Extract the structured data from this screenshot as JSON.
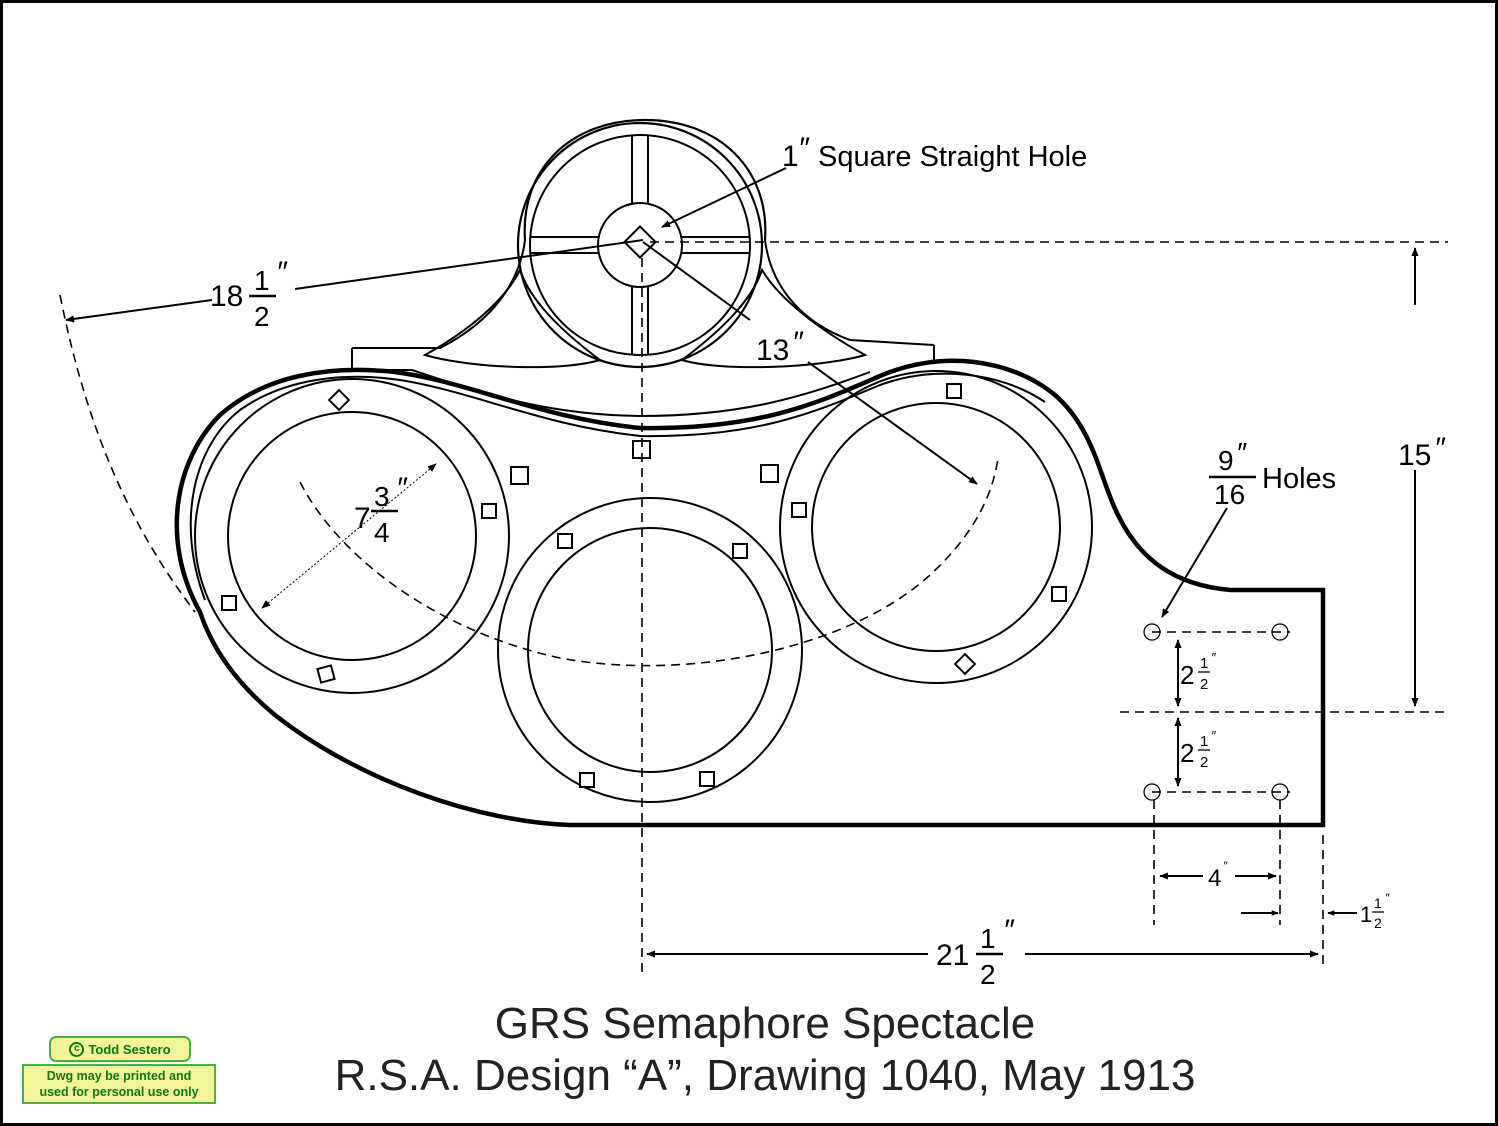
{
  "title": {
    "line1": "GRS Semaphore Spectacle",
    "line2": "R.S.A. Design “A”, Drawing 1040, May 1913"
  },
  "labels": {
    "square_hole": "Square Straight Hole",
    "square_hole_size": "1",
    "holes": "Holes",
    "holes_num": "9",
    "holes_den": "16",
    "radius_outer_whole": "18",
    "radius_outer_num": "1",
    "radius_outer_den": "2",
    "radius_inner": "13",
    "lens_whole": "7",
    "lens_num": "3",
    "lens_den": "4",
    "height": "15",
    "width_whole": "21",
    "width_num": "1",
    "width_den": "2",
    "hole_spacing_v_whole": "2",
    "hole_spacing_v_num": "1",
    "hole_spacing_v_den": "2",
    "hole_spacing_h": "4",
    "edge_offset_whole": "1",
    "edge_offset_num": "1",
    "edge_offset_den": "2",
    "inch_mark": "″"
  },
  "badge": {
    "symbol": "c",
    "author": "Todd Sestero",
    "note_line1": "Dwg may be printed and",
    "note_line2": "used for personal use only"
  },
  "colors": {
    "line": "#000000",
    "badge_fill": "#f3f39a",
    "badge_border": "#3fb63f",
    "badge_text": "#0b7a14"
  }
}
